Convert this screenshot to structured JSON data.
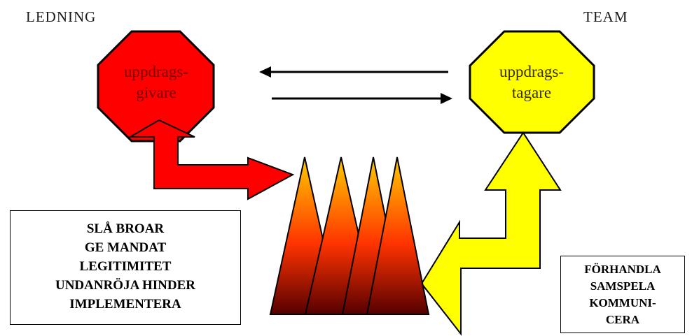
{
  "headers": {
    "left": "LEDNING",
    "right": "TEAM"
  },
  "nodes": {
    "client": {
      "lines": [
        "uppdrags-",
        "givare"
      ],
      "fill": "#ff0000",
      "text_color": "#7a0000"
    },
    "contractor": {
      "lines": [
        "uppdrags-",
        "tagare"
      ],
      "fill": "#ffff00",
      "text_color": "#3a3000"
    }
  },
  "boxes": {
    "management_actions": {
      "lines": [
        "SLÅ BROAR",
        "GE MANDAT",
        "LEGITIMITET",
        "UNDANRÖJA HINDER",
        "IMPLEMENTERA"
      ]
    },
    "team_actions": {
      "lines": [
        "FÖRHANDLA",
        "SAMSPELA",
        "KOMMUNI-",
        "CERA"
      ]
    }
  },
  "colors": {
    "management_arrow": "#ff0000",
    "team_arrow": "#ffff00",
    "flame_top": "#ffcc00",
    "flame_mid": "#ff3300",
    "flame_bottom": "#550000",
    "outline": "#000000"
  }
}
